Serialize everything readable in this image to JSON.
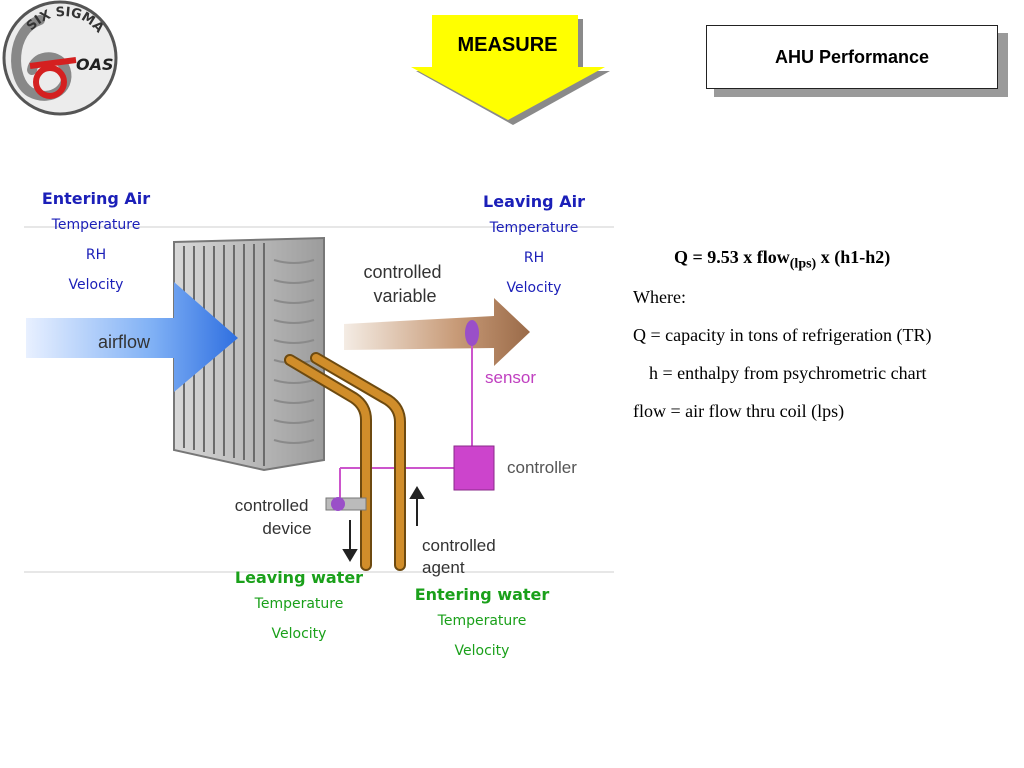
{
  "logo": {
    "top_text": "SIX SIGMA",
    "side_text": "OAS",
    "symbol": "σ",
    "icon": "six-sigma-logo"
  },
  "banner": {
    "label": "MEASURE",
    "color": "#ffff00"
  },
  "title": {
    "text": "AHU Performance"
  },
  "entering_air": {
    "heading": "Entering Air",
    "items": [
      "Temperature",
      "RH",
      "Velocity"
    ]
  },
  "leaving_air": {
    "heading": "Leaving Air",
    "items": [
      "Temperature",
      "RH",
      "Velocity"
    ]
  },
  "leaving_water": {
    "heading": "Leaving water",
    "items": [
      "Temperature",
      "Velocity"
    ]
  },
  "entering_water": {
    "heading": "Entering water",
    "items": [
      "Temperature",
      "Velocity"
    ]
  },
  "diagram": {
    "airflow": "airflow",
    "controlled_variable": [
      "controlled",
      "variable"
    ],
    "sensor": "sensor",
    "controller": "controller",
    "controlled_device": [
      "controlled",
      "device"
    ],
    "controlled_agent": [
      "controlled",
      "agent"
    ]
  },
  "formula": {
    "equation_prefix": "Q = 9.53 x flow",
    "equation_sub": "(lps)",
    "equation_suffix": " x (h1-h2)",
    "where": "Where:",
    "q_def": "Q = capacity in tons of refrigeration (TR)",
    "h_def": "h = enthalpy from psychrometric chart",
    "flow_def": "flow = air flow thru coil (lps)"
  },
  "colors": {
    "heading_blue": "#1b1fb8",
    "water_green": "#1aa01a",
    "controller_pink": "#cc44cc"
  }
}
